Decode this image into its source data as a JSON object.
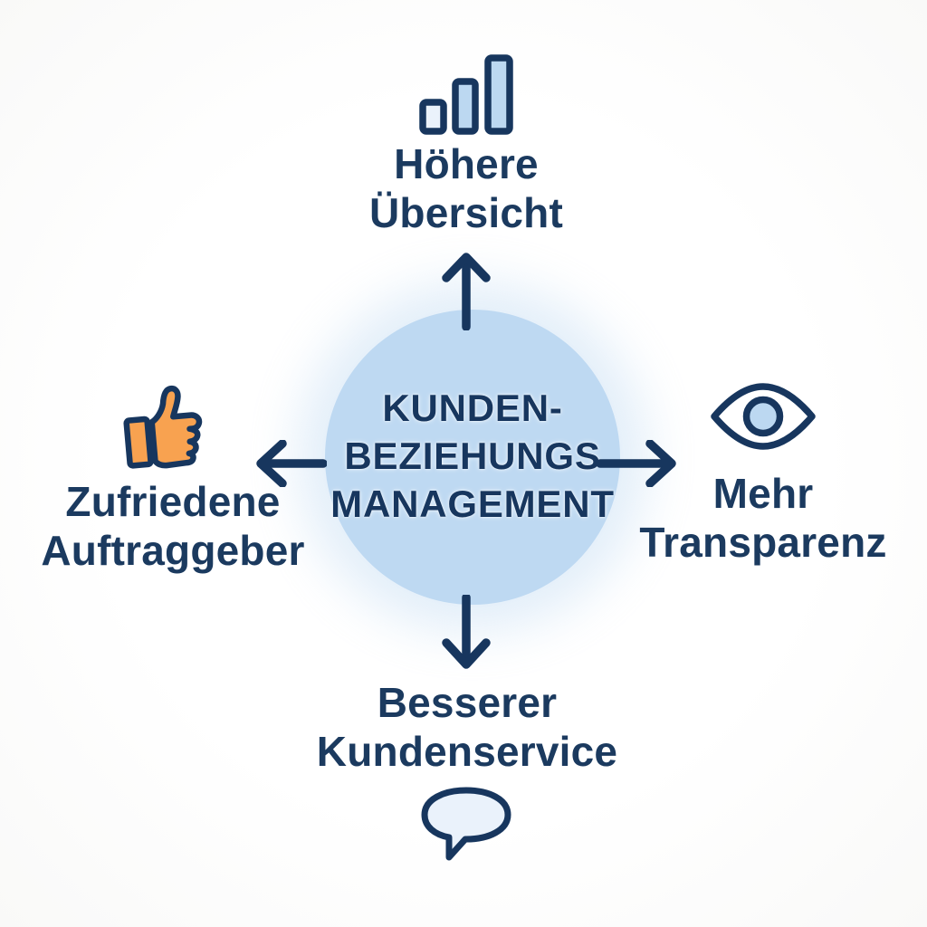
{
  "title": {
    "lines": [
      "KUNDEN-",
      "BEZIEHUNGS",
      "MANAGEMENT"
    ]
  },
  "benefits": {
    "top": {
      "line1": "Höhere",
      "line2": "Übersicht",
      "icon": "bar-chart-icon"
    },
    "right": {
      "line1": "Mehr",
      "line2": "Transparenz",
      "icon": "eye-icon"
    },
    "left": {
      "line1": "Zufriedene",
      "line2": "Auftraggeber",
      "icon": "thumbs-up-icon"
    },
    "bottom": {
      "line1": "Besserer",
      "line2": "Kundenservice",
      "icon": "speech-bubble-icon"
    }
  },
  "colors": {
    "navy": "#17365e",
    "circle_fill": "#bed9f2",
    "icon_light_fill": "#eaf2fb",
    "icon_mid_fill": "#bcd8f1",
    "thumb_orange": "#f8a250",
    "background": "#fdfdfd"
  }
}
